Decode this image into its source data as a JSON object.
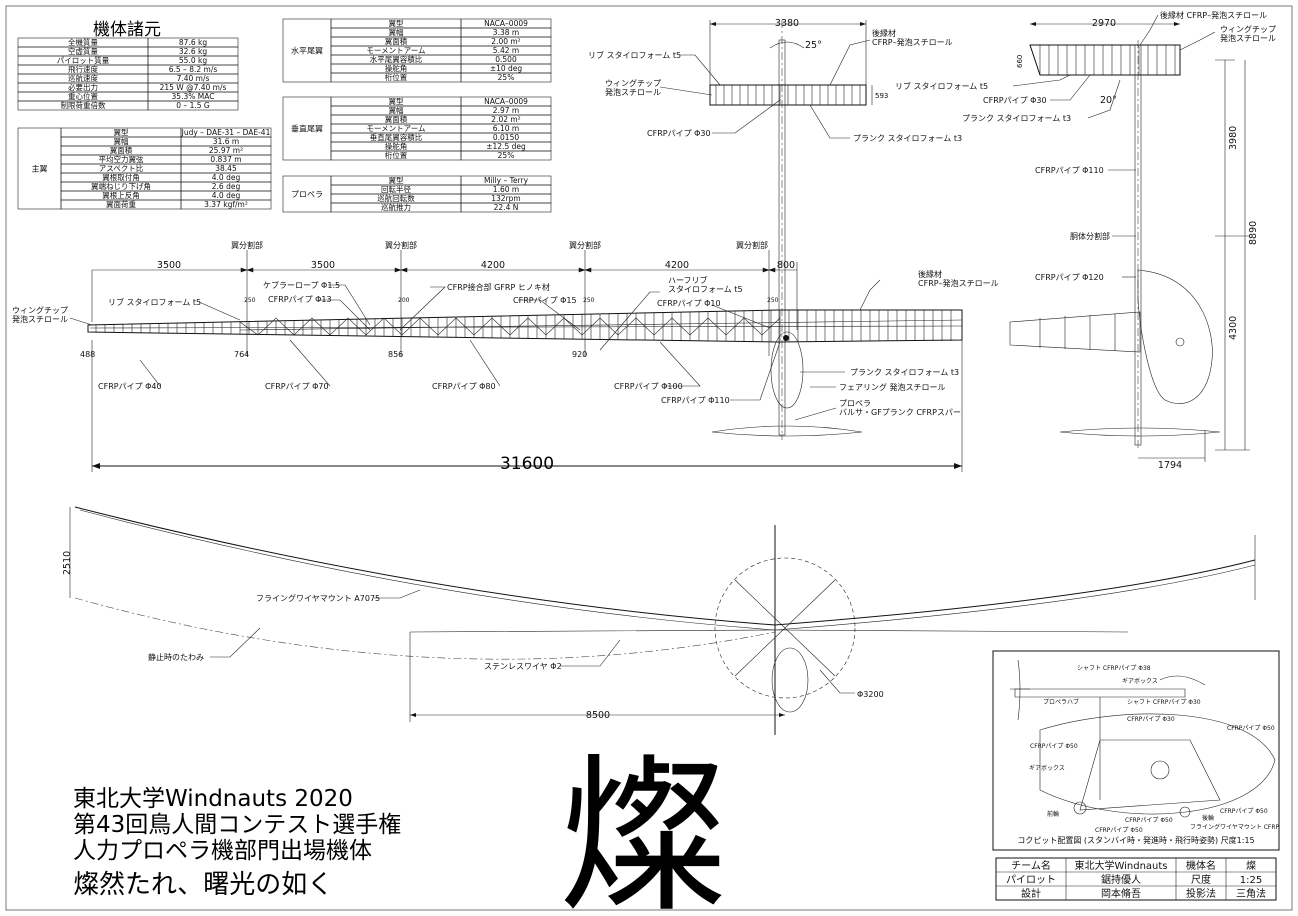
{
  "specs": {
    "title": "機体諸元",
    "rows": [
      [
        "全機質量",
        "87.6 kg"
      ],
      [
        "空虚質量",
        "32.6 kg"
      ],
      [
        "パイロット質量",
        "55.0 kg"
      ],
      [
        "飛行速度",
        "6.5 – 8.2 m/s"
      ],
      [
        "巡航速度",
        "7.40 m/s"
      ],
      [
        "必要出力",
        "215 W  @7.40 m/s"
      ],
      [
        "重心位置",
        "35.3% MAC"
      ],
      [
        "制限荷重倍数",
        "0 – 1.5 G"
      ]
    ]
  },
  "main_wing": {
    "label": "主翼",
    "rows": [
      [
        "翼型",
        "Judy – DAE-31 – DAE-41"
      ],
      [
        "翼幅",
        "31.6 m"
      ],
      [
        "翼面積",
        "25.97 m²"
      ],
      [
        "平均空力翼弦",
        "0.837 m"
      ],
      [
        "アスペクト比",
        "38.45"
      ],
      [
        "翼根取付角",
        "4.0 deg"
      ],
      [
        "翼端ねじり下げ角",
        "2.6 deg"
      ],
      [
        "翼根上反角",
        "4.0 deg"
      ],
      [
        "翼面荷重",
        "3.37 kgf/m²"
      ]
    ]
  },
  "h_tail": {
    "label": "水平尾翼",
    "rows": [
      [
        "翼型",
        "NACA–0009"
      ],
      [
        "翼幅",
        "3.38 m"
      ],
      [
        "翼面積",
        "2.00 m²"
      ],
      [
        "モーメントアーム",
        "5.42 m"
      ],
      [
        "水平尾翼容積比",
        "0.500"
      ],
      [
        "操舵角",
        "±10 deg"
      ],
      [
        "桁位置",
        "25%"
      ]
    ]
  },
  "v_tail": {
    "label": "垂直尾翼",
    "rows": [
      [
        "翼型",
        "NACA–0009"
      ],
      [
        "翼幅",
        "2.97 m"
      ],
      [
        "翼面積",
        "2.02 m²"
      ],
      [
        "モーメントアーム",
        "6.10 m"
      ],
      [
        "垂直尾翼容積比",
        "0.0150"
      ],
      [
        "操舵角",
        "±12.5 deg"
      ],
      [
        "桁位置",
        "25%"
      ]
    ]
  },
  "propeller": {
    "label": "プロペラ",
    "rows": [
      [
        "翼型",
        "Milly – Terry"
      ],
      [
        "回転半径",
        "1.60 m"
      ],
      [
        "巡航回転数",
        "132rpm"
      ],
      [
        "巡航推力",
        "22.4 N"
      ]
    ]
  },
  "plan_view": {
    "split_label": "翼分割部",
    "dims": [
      "3500",
      "3500",
      "4200",
      "4200",
      "800"
    ],
    "total_span": "31600",
    "chords": [
      "488",
      "764",
      "856",
      "920"
    ],
    "small_dims": [
      "250",
      "200",
      "250",
      "250"
    ],
    "labels": {
      "tip_foam": "ウィングチップ\n発泡スチロール",
      "rib_foam": "リブ スタイロフォーム t5",
      "kevlar": "ケブラーロープ Φ1.5",
      "cfrp13": "CFRPパイプ Φ13",
      "joint": "CFRP接合部 GFRP ヒノキ材",
      "cfrp15": "CFRPパイプ Φ15",
      "half_rib": "ハーフリブ\nスタイロフォーム t5",
      "cfrp10": "CFRPパイプ Φ10",
      "te_foam": "後縁材\nCFRP–発泡スチロール",
      "cfrp40": "CFRPパイプ Φ40",
      "cfrp70": "CFRPパイプ Φ70",
      "cfrp80": "CFRPパイプ Φ80",
      "cfrp100": "CFRPパイプ Φ100",
      "cfrp110": "CFRPパイプ Φ110",
      "plank": "プランク スタイロフォーム t3",
      "fairing": "フェアリング 発泡スチロール",
      "prop": "プロペラ\nバルサ・GFプランク CFRPスパー"
    }
  },
  "tail_top": {
    "span": "3380",
    "sweep": "25°",
    "chord": "593",
    "labels": {
      "rib": "リブ スタイロフォーム t5",
      "tip": "ウィングチップ\n発泡スチロール",
      "te": "後縁材\nCFRP–発泡スチロール",
      "cfrp30": "CFRPパイプ Φ30",
      "plank": "プランク スタイロフォーム t3"
    }
  },
  "side_view": {
    "vtail_span": "2970",
    "vtail_chord": "660",
    "angle": "20°",
    "dims": [
      "3980",
      "8890",
      "4300",
      "1794"
    ],
    "labels": {
      "te": "後縁材 CFRP–発泡スチロール",
      "tip": "ウィングチップ\n発泡スチロール",
      "rib": "リブ スタイロフォーム t5",
      "cfrp30": "CFRPパイプ Φ30",
      "plank": "プランク スタイロフォーム t3",
      "cfrp110": "CFRPパイプ Φ110",
      "fuse_split": "胴体分割部",
      "cfrp120": "CFRPパイプ Φ120"
    }
  },
  "front_view": {
    "height": "2510",
    "width": "8500",
    "prop_dia": "Φ3200",
    "labels": {
      "mount": "フライングワイヤマウント A7075",
      "sag": "静止時のたわみ",
      "wire": "ステンレスワイヤ Φ2"
    }
  },
  "cockpit": {
    "caption": "コクピット配置図 (スタンバイ時・発進時・飛行時姿勢) 尺度1:15",
    "labels": {
      "shaft38": "シャフト CFRPパイプ Φ38",
      "gearbox": "ギアボックス",
      "hub": "プロペラハブ",
      "shaft30": "シャフト CFRPパイプ Φ30",
      "cfrp30": "CFRPパイプ Φ30",
      "cfrp50a": "CFRPパイプ Φ50",
      "cfrp50b": "CFRPパイプ Φ50",
      "gearbox2": "ギアボックス",
      "front": "前輪",
      "cfrp50c": "CFRPパイプ Φ50",
      "rear": "後輪",
      "cfrp50d": "CFRPパイプ Φ50",
      "cfrp50e": "CFRPパイプ Φ50",
      "fwm": "フライングワイヤマウント CFRP"
    }
  },
  "title_block": {
    "line1": "東北大学Windnauts 2020",
    "line2": "第43回鳥人間コンテスト選手権",
    "line3": "人力プロペラ機部門出場機体",
    "motto": "燦然たれ、曙光の如く",
    "big_char": "燦"
  },
  "info": {
    "team_label": "チーム名",
    "team": "東北大学Windnauts",
    "name_label": "機体名",
    "name": "燦",
    "pilot_label": "パイロット",
    "pilot": "鋸持優人",
    "scale_label": "尺度",
    "scale": "1:25",
    "design_label": "設計",
    "designer": "岡本脩吾",
    "proj_label": "投影法",
    "proj": "三角法"
  }
}
